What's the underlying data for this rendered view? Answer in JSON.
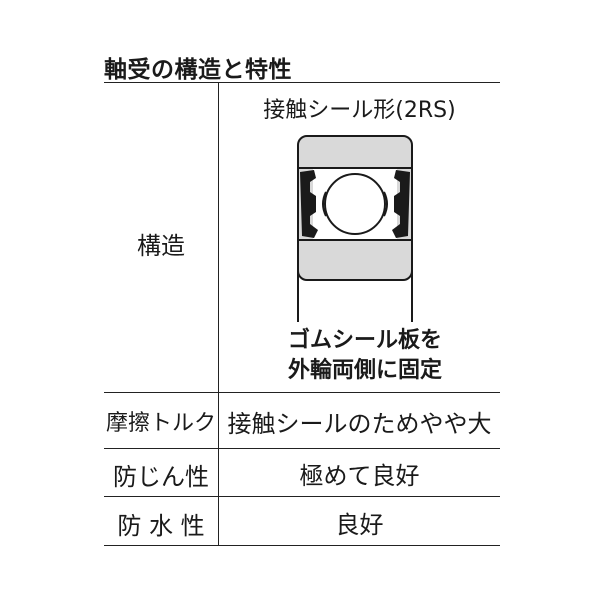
{
  "title": "軸受の構造と特性",
  "rows": {
    "structure": {
      "label": "構造",
      "seal_type": "接触シール形(2RS)",
      "caption_line1": "ゴムシール板を",
      "caption_line2": "外輪両側に固定"
    },
    "friction_torque": {
      "label": "摩擦トルク",
      "value": "接触シールのためやや大"
    },
    "dust_proof": {
      "label": "防じん性",
      "value": "極めて良好"
    },
    "water_proof": {
      "label": "防 水 性",
      "value": "良好"
    }
  },
  "diagram": {
    "ring_fill": "#d9d9d9",
    "seal_fill": "#1a1a1a",
    "line_color": "#1a1a1a"
  }
}
